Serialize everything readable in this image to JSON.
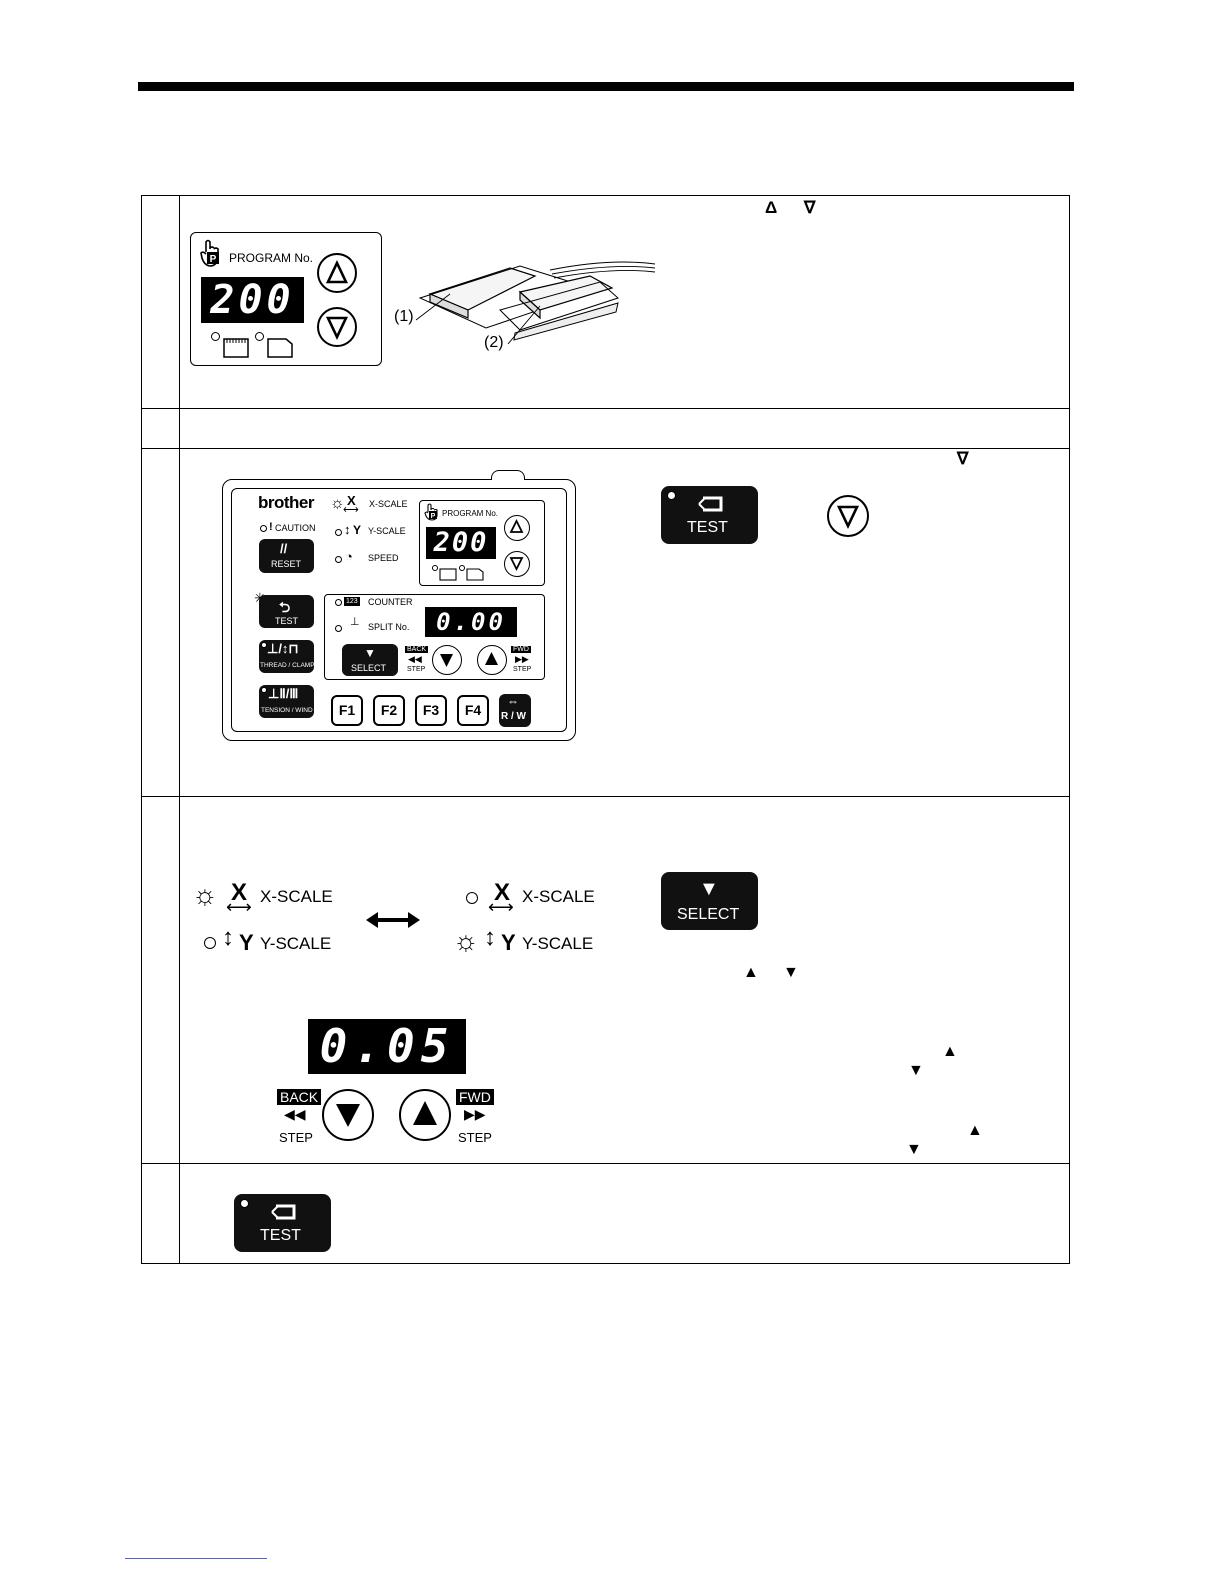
{
  "program_panel": {
    "title": "PROGRAM No.",
    "display": "200",
    "icon": "hand-p-icon"
  },
  "pedal_labels": {
    "left": "(1)",
    "right": "(2)"
  },
  "row1_symbols": {
    "up": "Δ",
    "down": "∇"
  },
  "row3_symbol": "∇",
  "control_panel": {
    "brand": "brother",
    "caution": "CAUTION",
    "reset": "RESET",
    "test": "TEST",
    "thread_clamp": "THREAD / CLAMP",
    "tension_wind": "TENSION / WIND",
    "x_scale": "X-SCALE",
    "y_scale": "Y-SCALE",
    "speed": "SPEED",
    "counter": "COUNTER",
    "counter_glyph": "123",
    "split": "SPLIT No.",
    "program_title": "PROGRAM No.",
    "program_display": "200",
    "value_display": "0.00",
    "select": "SELECT",
    "back": "BACK",
    "fwd": "FWD",
    "step": "STEP",
    "f_keys": [
      "F1",
      "F2",
      "F3",
      "F4"
    ],
    "rw": "R / W"
  },
  "test_key": {
    "label": "TEST"
  },
  "select_key": {
    "label": "SELECT"
  },
  "scale_toggle": {
    "x_scale": "X-SCALE",
    "y_scale": "Y-SCALE",
    "x_letter": "X",
    "y_letter": "Y"
  },
  "row4_symbols": {
    "up": "▲",
    "down": "▼"
  },
  "value_panel": {
    "display": "0.05",
    "back": "BACK",
    "fwd": "FWD",
    "step": "STEP"
  }
}
